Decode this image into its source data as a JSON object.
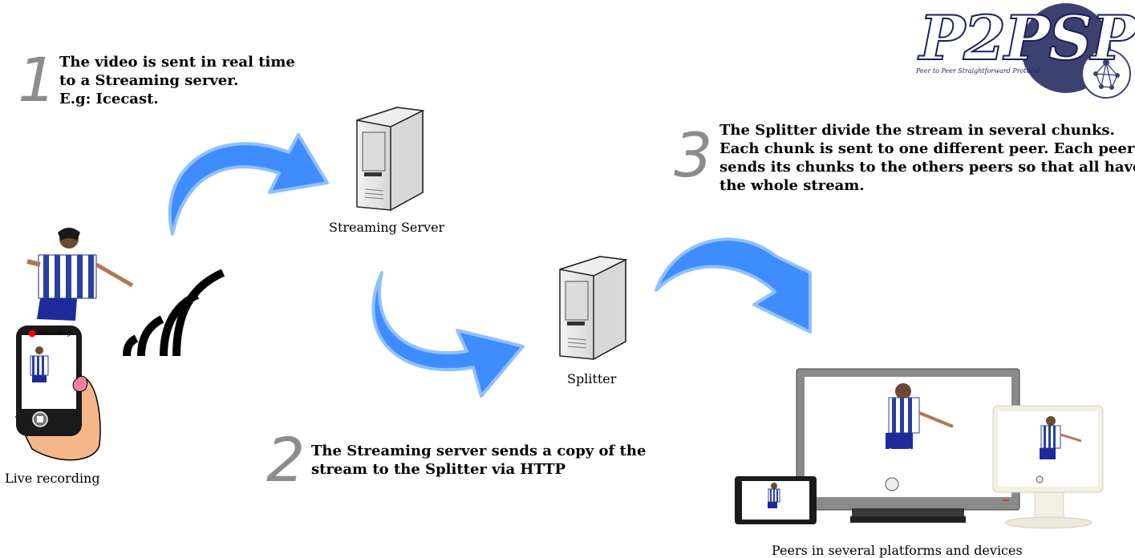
{
  "logo": {
    "title": "P2PSP",
    "subtitle": "Peer to Peer Straightforward Protocol"
  },
  "steps": [
    {
      "number": "1",
      "lines": [
        "The video is sent in real time",
        "to a Streaming server.",
        "E.g: Icecast."
      ]
    },
    {
      "number": "2",
      "lines": [
        "The Streaming server sends a copy of the",
        "stream to the Splitter via HTTP"
      ]
    },
    {
      "number": "3",
      "lines": [
        "The Splitter divide the stream in several chunks.",
        "Each chunk is sent to one different peer. Each peer",
        "sends its chunks to the others peers so that all have",
        "the whole stream."
      ]
    }
  ],
  "captions": {
    "streaming_server": "Streaming Server",
    "splitter": "Splitter",
    "live_recording": "Live recording",
    "peers": "Peers in several platforms and devices",
    "phone_status": "Recording..."
  },
  "colors": {
    "arrow": "#3f8cff",
    "arrow_edge": "#8fc0ff",
    "step_number": "#8c8c8c",
    "logo_navy": "#1a1f5c",
    "logo_circle": "#3d4170"
  },
  "icons": [
    "server-icon",
    "wifi-icon",
    "phone-icon",
    "monitor-icon",
    "tablet-icon",
    "player-figure"
  ]
}
